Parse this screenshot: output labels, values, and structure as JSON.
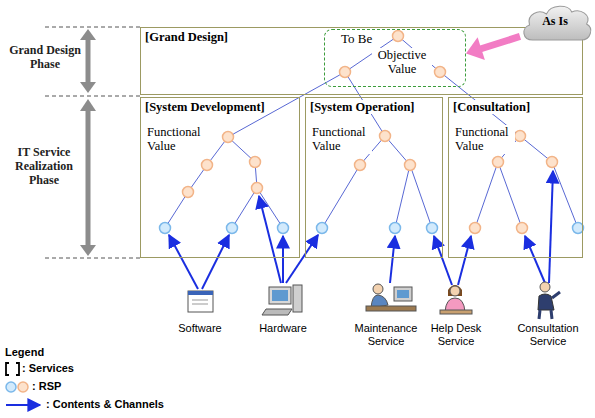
{
  "diagram": {
    "nodes": [
      {
        "text": [
          "[Grand Design]"
        ]
      },
      {
        "text": [
          "To Be",
          "Objective Value"
        ],
        "in": 0
      },
      {
        "text": [
          "As Is"
        ]
      },
      {
        "text": [
          "[System Development]",
          "Functional Value"
        ]
      },
      {
        "text": [
          "[System Operation]",
          "Functional Value"
        ]
      },
      {
        "text": [
          "[Consultation]",
          "Functional Value"
        ]
      }
    ],
    "edges": [
      {
        "from": 2,
        "to": 1,
        "arrow": "to"
      },
      {
        "from": 1,
        "to": 3,
        "arrow": "none"
      },
      {
        "from": 1,
        "to": 4,
        "arrow": "none"
      },
      {
        "from": 1,
        "to": 5,
        "arrow": "none"
      }
    ],
    "labels": [
      "Grand Design Phase",
      "IT Service Realization Phase",
      "Software",
      "Hardware",
      "Maintenance Service",
      "Help Desk Service",
      "Consultation Service",
      "Legend"
    ],
    "legend": [
      {
        "text": ": Services"
      },
      {
        "text": ": RSP"
      },
      {
        "text": ": Contents & Channels"
      }
    ]
  }
}
